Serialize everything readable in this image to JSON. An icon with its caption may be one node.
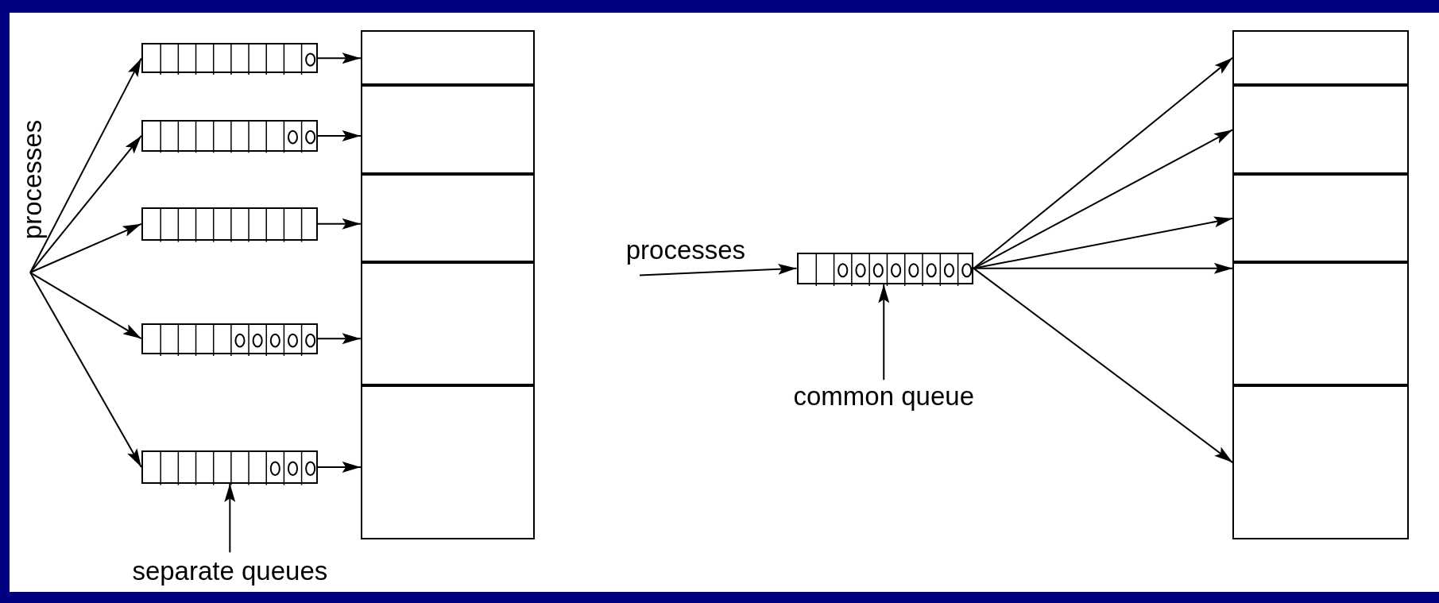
{
  "diagram": {
    "nodes": [
      {
        "text": [
          "processes"
        ]
      },
      {
        "text": [],
        "shape": "box"
      },
      {
        "text": [],
        "shape": "box"
      },
      {
        "text": [],
        "shape": "box"
      },
      {
        "text": [],
        "shape": "box"
      },
      {
        "text": [],
        "shape": "box"
      },
      {
        "text": [],
        "shape": "box"
      },
      {
        "text": [],
        "shape": "box"
      },
      {
        "text": [],
        "shape": "box"
      },
      {
        "text": [],
        "shape": "box"
      },
      {
        "text": [],
        "shape": "box"
      },
      {
        "text": [
          "separate queues"
        ]
      },
      {
        "text": [
          "processes"
        ]
      },
      {
        "text": [],
        "shape": "box"
      },
      {
        "text": [
          "common queue"
        ]
      },
      {
        "text": [],
        "shape": "box"
      },
      {
        "text": [],
        "shape": "box"
      },
      {
        "text": [],
        "shape": "box"
      },
      {
        "text": [],
        "shape": "box"
      },
      {
        "text": [],
        "shape": "box"
      }
    ],
    "edges": [
      {
        "from": 0,
        "to": 1,
        "arrow": "to"
      },
      {
        "from": 0,
        "to": 2,
        "arrow": "to"
      },
      {
        "from": 0,
        "to": 3,
        "arrow": "to"
      },
      {
        "from": 0,
        "to": 4,
        "arrow": "to"
      },
      {
        "from": 0,
        "to": 5,
        "arrow": "to"
      },
      {
        "from": 1,
        "to": 6,
        "arrow": "to"
      },
      {
        "from": 2,
        "to": 7,
        "arrow": "to"
      },
      {
        "from": 3,
        "to": 8,
        "arrow": "to"
      },
      {
        "from": 4,
        "to": 9,
        "arrow": "to"
      },
      {
        "from": 5,
        "to": 10,
        "arrow": "to"
      },
      {
        "from": 11,
        "to": 5,
        "arrow": "to"
      },
      {
        "from": 12,
        "to": 13,
        "arrow": "to"
      },
      {
        "from": 14,
        "to": 13,
        "arrow": "to"
      },
      {
        "from": 13,
        "to": 15,
        "arrow": "to"
      },
      {
        "from": 13,
        "to": 16,
        "arrow": "to"
      },
      {
        "from": 13,
        "to": 17,
        "arrow": "to"
      },
      {
        "from": 13,
        "to": 18,
        "arrow": "to"
      },
      {
        "from": 13,
        "to": 19,
        "arrow": "to"
      }
    ]
  }
}
